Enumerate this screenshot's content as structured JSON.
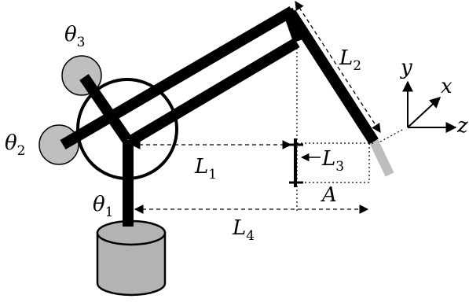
{
  "labels": {
    "theta1": {
      "sym": "θ",
      "sub": "1"
    },
    "theta2": {
      "sym": "θ",
      "sub": "2"
    },
    "theta3": {
      "sym": "θ",
      "sub": "3"
    },
    "L1": {
      "sym": "L",
      "sub": "1"
    },
    "L2": {
      "sym": "L",
      "sub": "2"
    },
    "L3": {
      "sym": "L",
      "sub": "3"
    },
    "L4": {
      "sym": "L",
      "sub": "4"
    },
    "A": "A",
    "axis_x": "x",
    "axis_y": "y",
    "axis_z": "z"
  },
  "colors": {
    "link": "#000000",
    "joint_fill": "#bfbfbf",
    "base_fill": "#b3b3b3",
    "tool_tip": "#bdbdbd",
    "background": "#ffffff"
  }
}
